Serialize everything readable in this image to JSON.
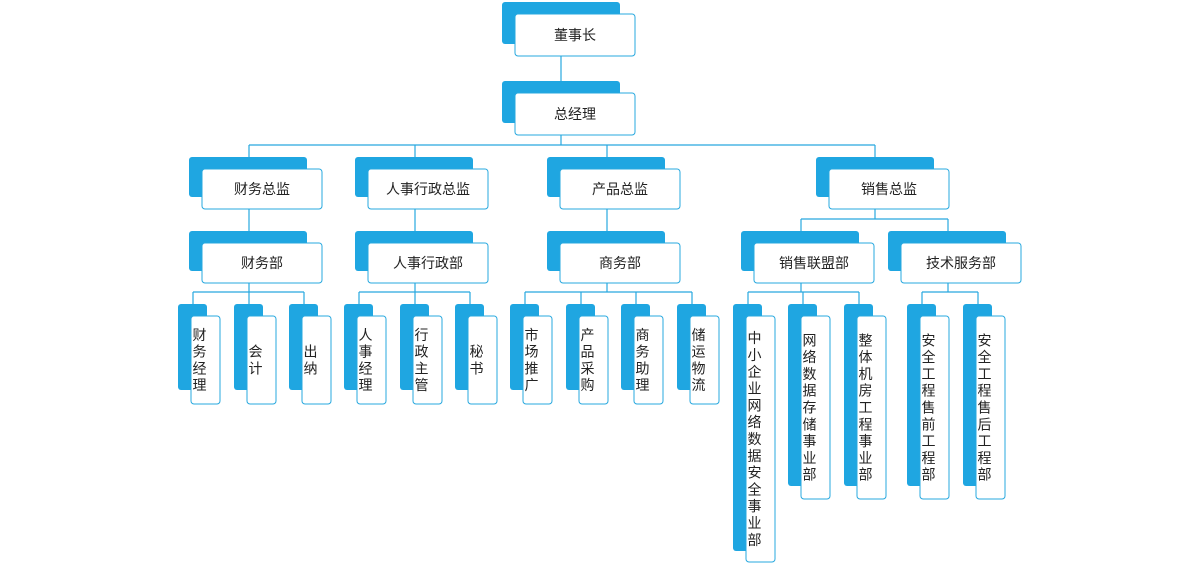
{
  "colors": {
    "accent": "#1fa6e1",
    "line": "#27a8df",
    "box_fill": "#ffffff",
    "text": "#222222"
  },
  "org": {
    "chairman": "董事长",
    "general_manager": "总经理",
    "directors": {
      "finance": "财务总监",
      "hr_admin": "人事行政总监",
      "product": "产品总监",
      "sales": "销售总监"
    },
    "departments": {
      "finance": "财务部",
      "hr_admin": "人事行政部",
      "business": "商务部",
      "sales_alliance": "销售联盟部",
      "tech_service": "技术服务部"
    },
    "roles": {
      "finance_manager": "财务经理",
      "accountant": "会计",
      "cashier": "出纳",
      "hr_manager": "人事经理",
      "admin_supervisor": "行政主管",
      "secretary": "秘书",
      "market_promotion": "市场推广",
      "product_procurement": "产品采购",
      "business_assistant": "商务助理",
      "storage_logistics": "储运物流",
      "sme_security": "中小企业网络数据安全事业部",
      "network_storage": "网络数据存储事业部",
      "datacenter_engineering": "整体机房工程事业部",
      "presales_engineer": "安全工程售前工程部",
      "aftersales_engineer": "安全工程售后工程部"
    }
  }
}
